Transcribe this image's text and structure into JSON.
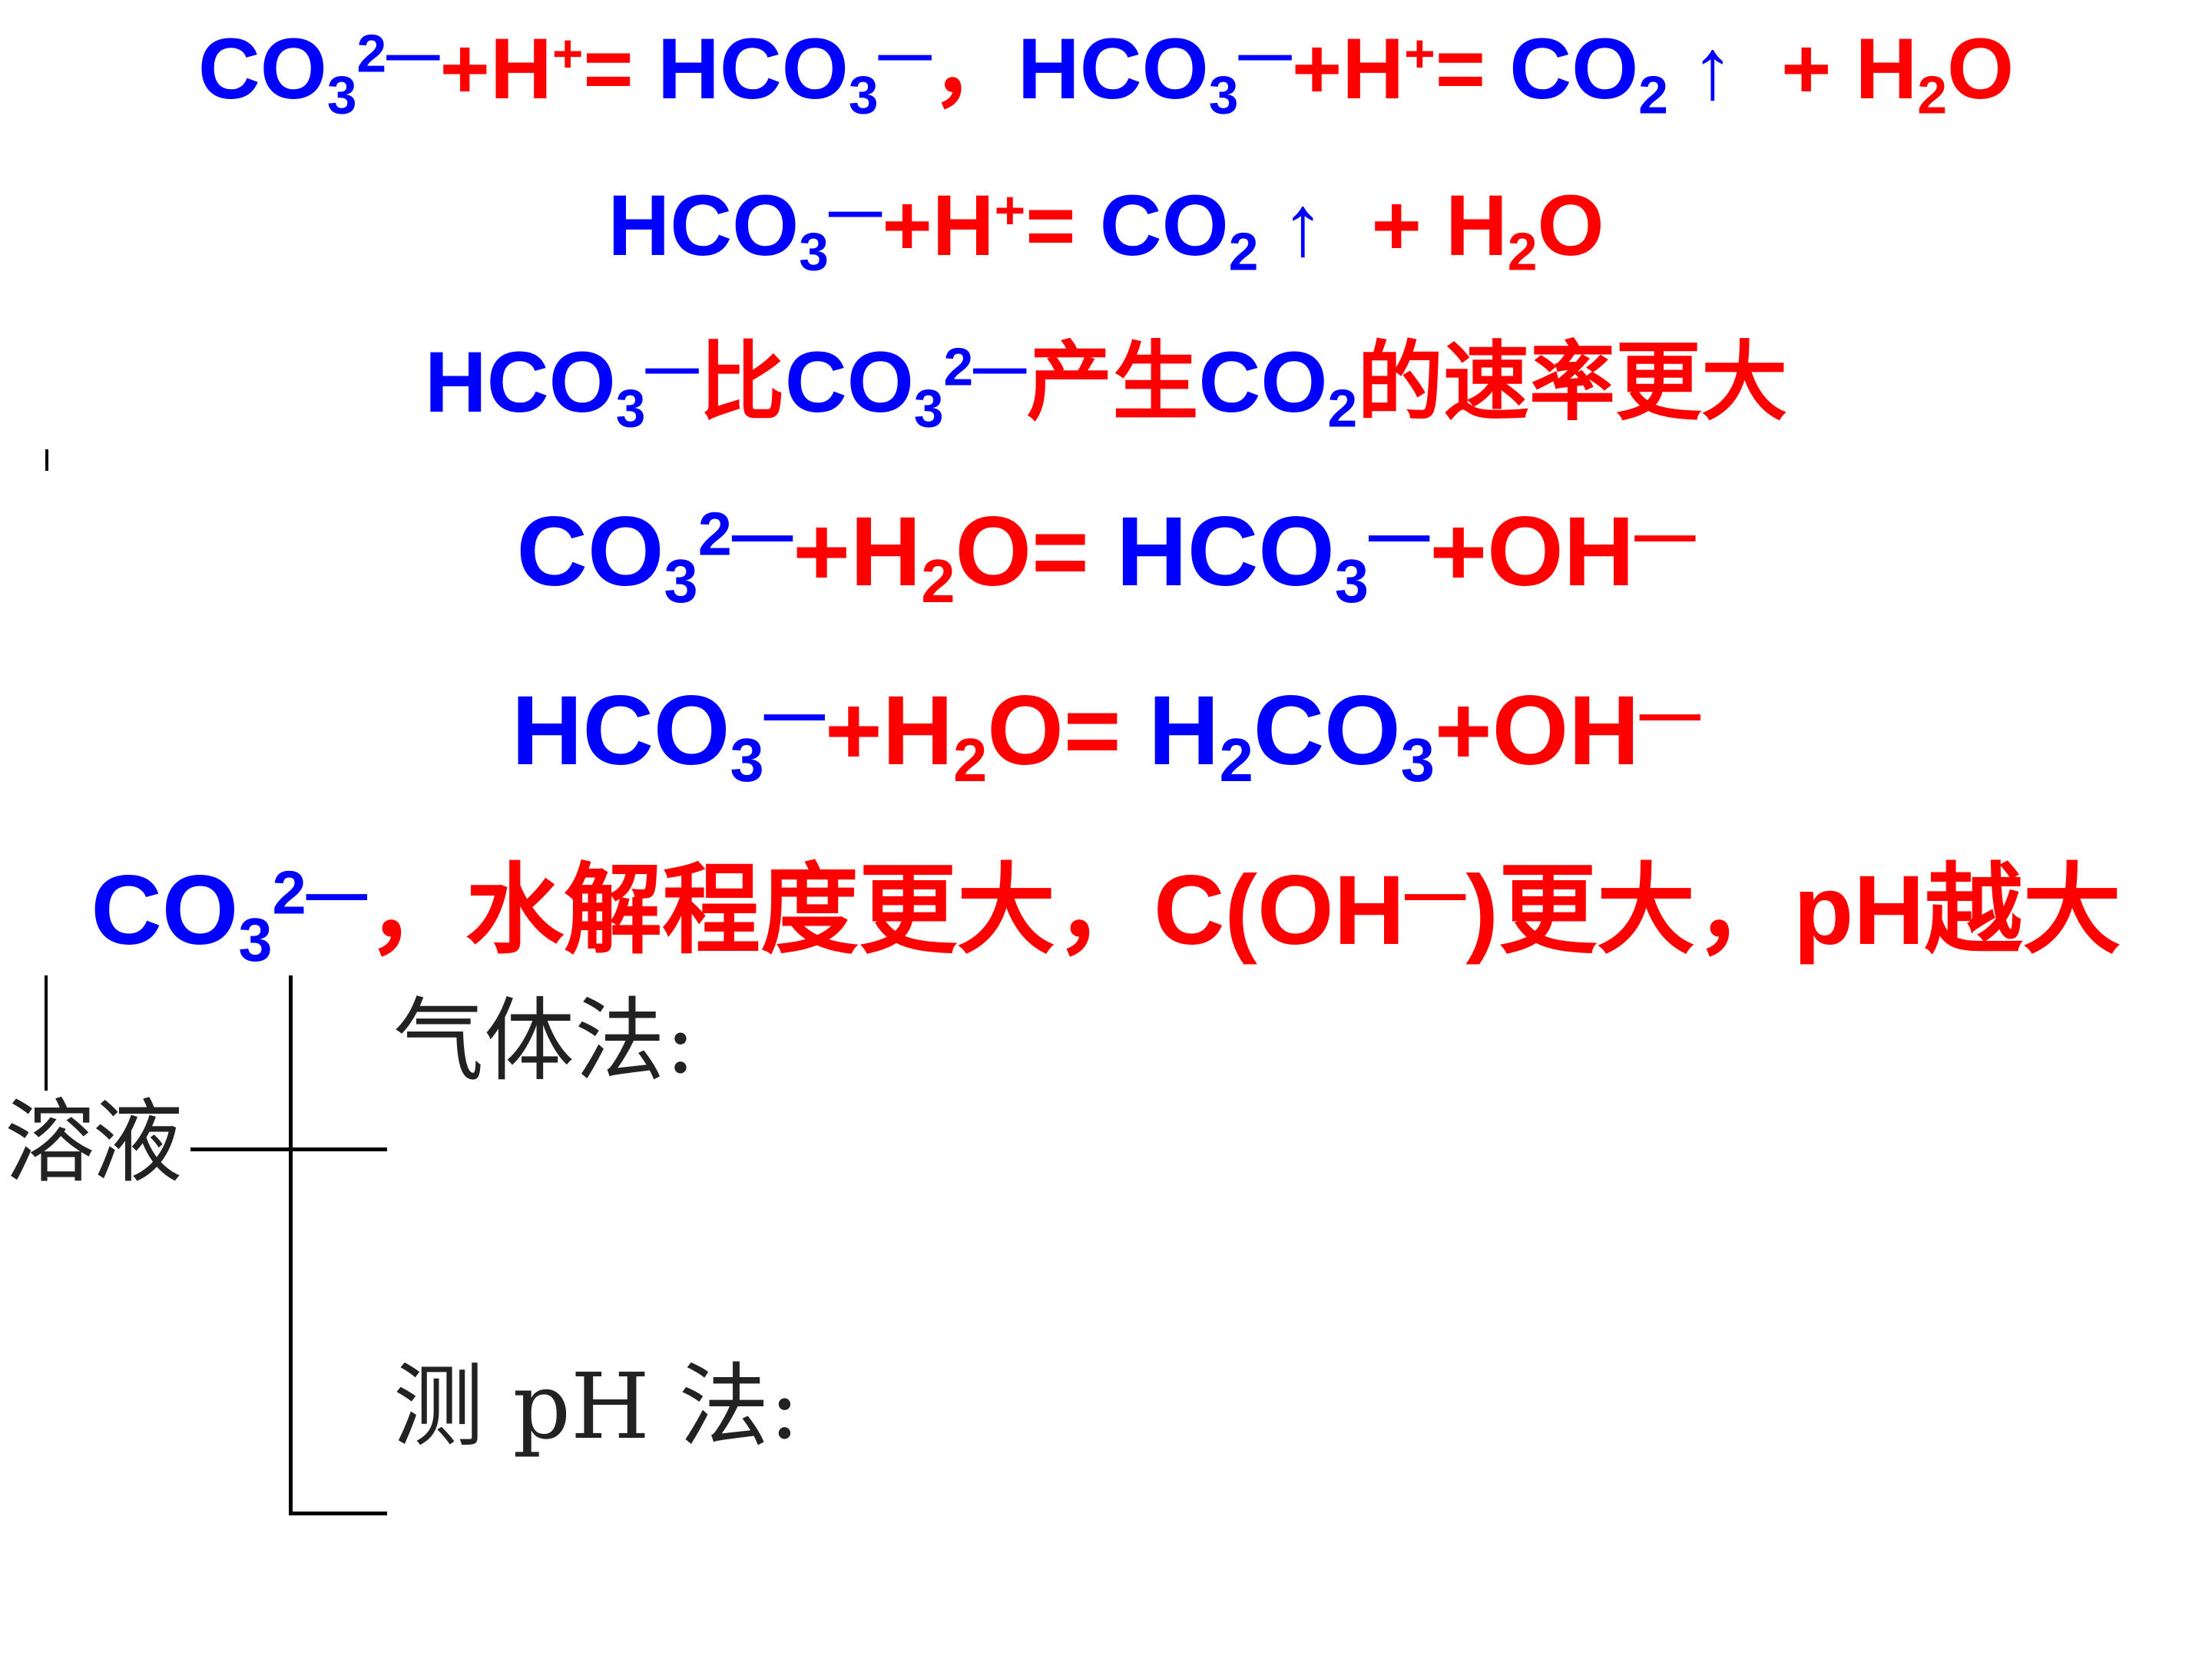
{
  "colors": {
    "blue": "#0000ff",
    "red": "#ff0000",
    "black": "#000000"
  },
  "eq1": {
    "co": "CO",
    "sub3": "3",
    "sup2minus": "2—",
    "plus_h": "+H",
    "sup_plus": "+",
    "eq": "= ",
    "hco": "HCO",
    "minus": "—",
    "comma": "，",
    "hco_b": "HCO",
    "sub3b": "3",
    "minus_b": "—",
    "plus_h2": "+H",
    "sup_plus2": "+",
    "eq2": "= ",
    "co2": "CO",
    "sub2": "2",
    "arrow": "↑",
    "plus_h2o": " + H",
    "sub2b": "2",
    "o": "O"
  },
  "eq2": {
    "hco": "HCO",
    "sub3": "3",
    "minus": "—",
    "plus_h": "+H",
    "sup_plus": "+",
    "eq": "= ",
    "co": "CO",
    "sub2": "2",
    "arrow": "↑",
    "plus_h2o": " + H",
    "sub2b": "2",
    "o": "O"
  },
  "eq3": {
    "hco": "HCO",
    "sub3": "3",
    "minus": "—",
    "bi": "比",
    "co": "CO",
    "sub3b": "3",
    "sup2minus": "2—",
    "chansheng": "产生",
    "co2": "CO",
    "sub2": "2",
    "rate": "的速率更大"
  },
  "eq4": {
    "co": "CO",
    "sub3": "3",
    "sup2minus": "2—",
    "plus_h": "+H",
    "sub2": "2",
    "o_eq": "O= ",
    "hco": "HCO",
    "sub3b": "3",
    "minus": "—",
    "oh": "+OH",
    "minus2": "—"
  },
  "eq5": {
    "hco": "HCO",
    "sub3": "3",
    "minus": "—",
    "plus_h": "+H",
    "sub2": "2",
    "o_eq": "O= ",
    "h": "H",
    "sub2b": "2",
    "co": "CO",
    "sub3b": "3",
    "oh": "+OH",
    "minus2": "—"
  },
  "eq6": {
    "co": "CO",
    "sub3": "3",
    "sup2minus": "2—",
    "text1": "，水解程度更大，C(OH",
    "minus": "—",
    "text2": ")更大，pH越大"
  },
  "tree": {
    "root": "溶液",
    "branch1": "气体法:",
    "branch2": "测 pH 法:"
  }
}
